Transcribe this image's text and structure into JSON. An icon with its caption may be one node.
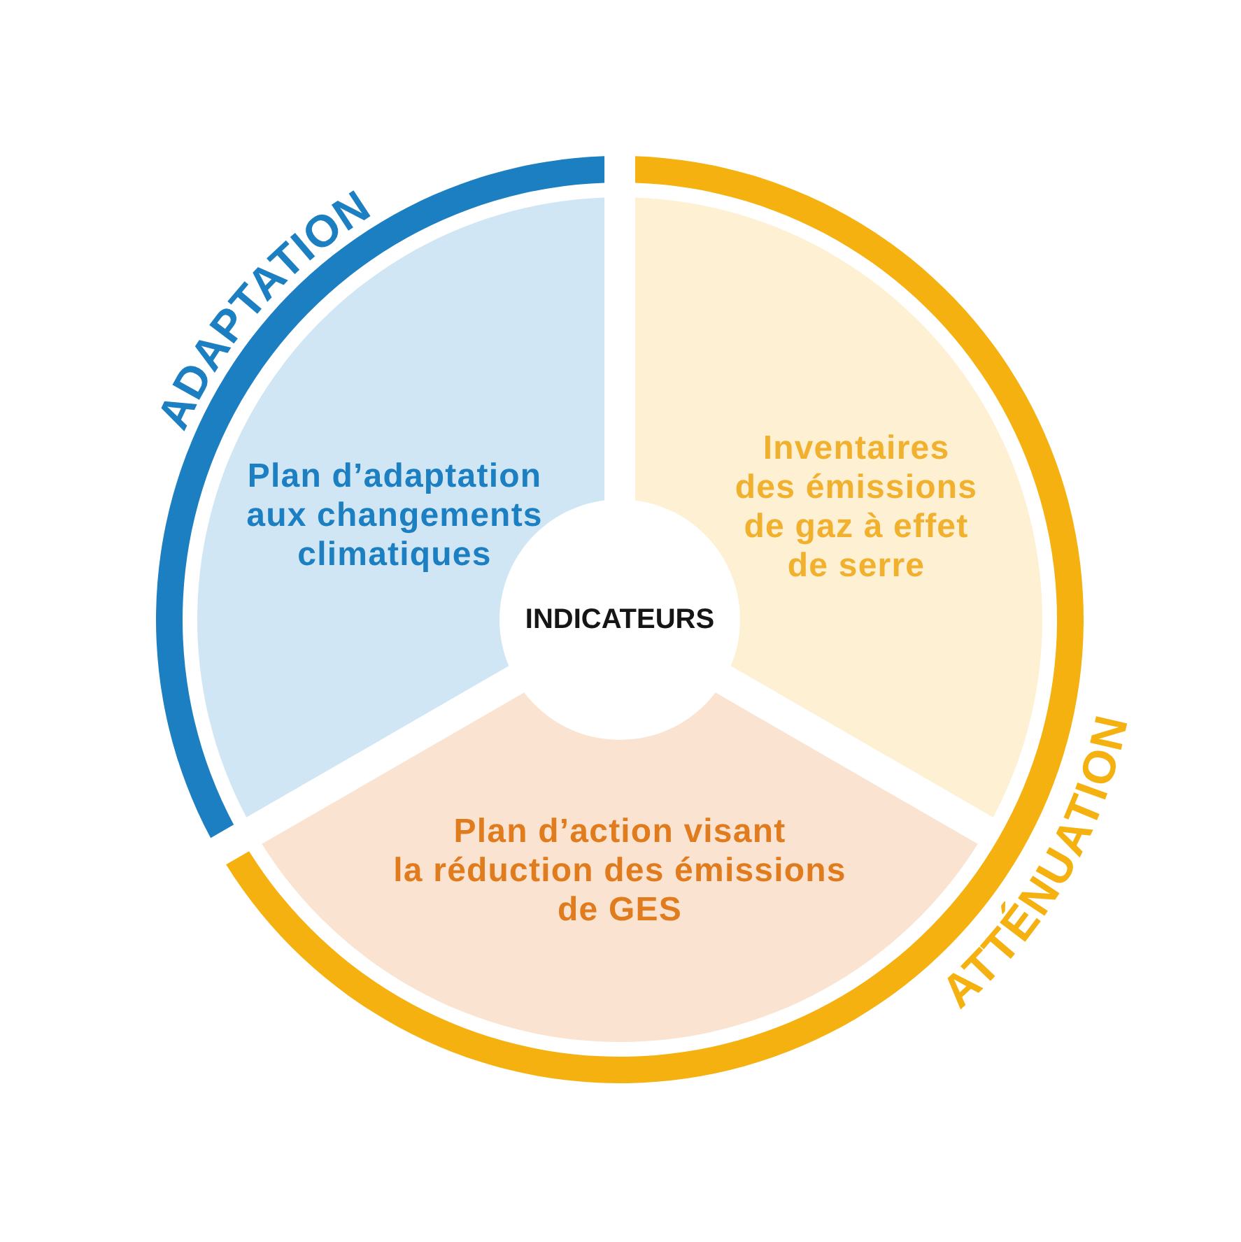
{
  "diagram": {
    "nodes": [
      {
        "text": [
          "ADAPTATION"
        ]
      },
      {
        "text": [
          "Plan d’adaptation aux changements climatiques"
        ]
      },
      {
        "text": [
          "Inventaires des émissions de gaz à effet de serre"
        ]
      },
      {
        "text": [
          "INDICATEURS"
        ]
      },
      {
        "text": [
          "Plan d’action visant la réduction des émissions de GES"
        ]
      },
      {
        "text": [
          "ATTÉNUATION"
        ]
      }
    ]
  }
}
